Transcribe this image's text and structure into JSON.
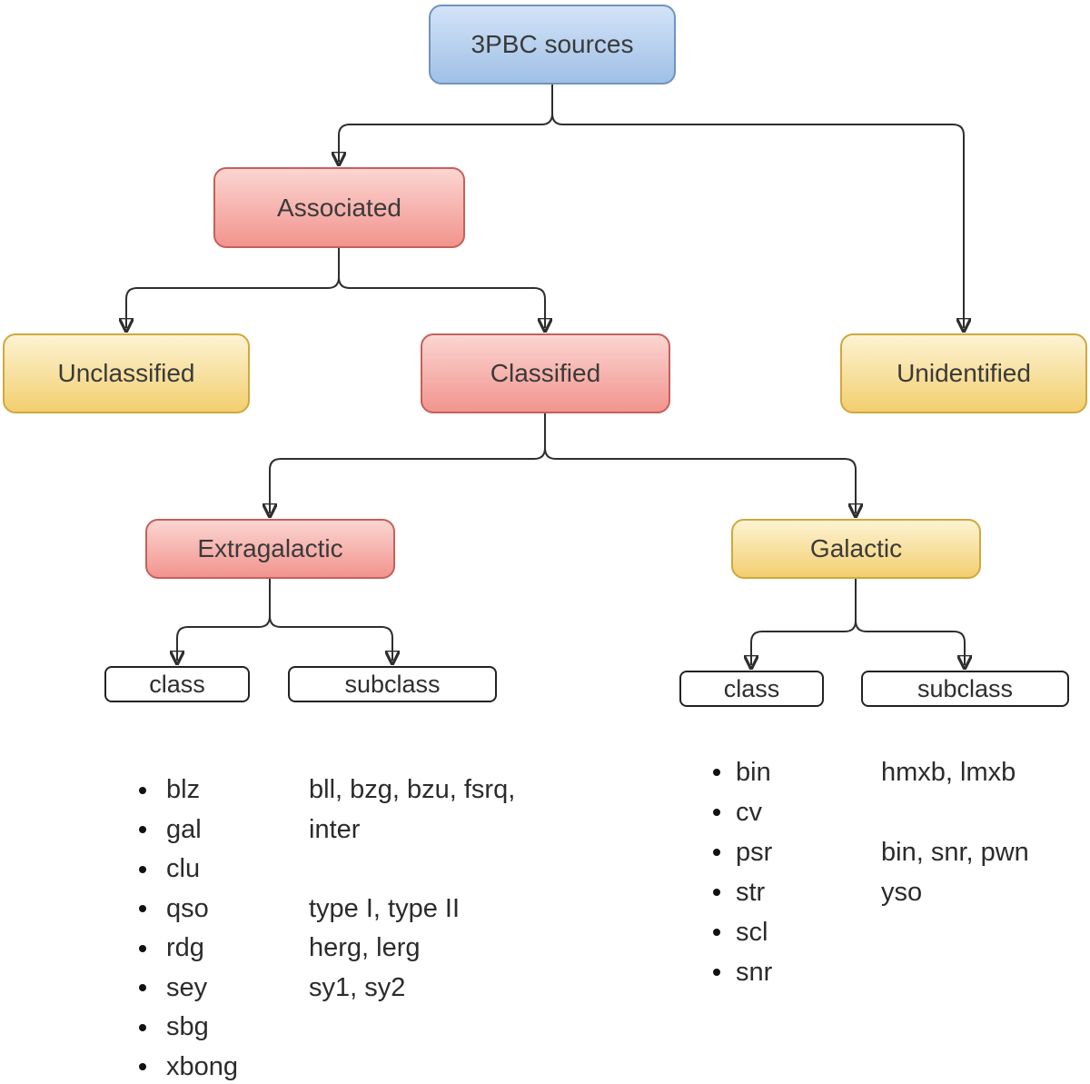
{
  "diagram": {
    "nodes": {
      "root": "3PBC sources",
      "associated": "Associated",
      "unclassified": "Unclassified",
      "classified": "Classified",
      "unidentified": "Unidentified",
      "extragalactic": "Extragalactic",
      "galactic": "Galactic"
    },
    "headers": {
      "extragalactic_class": "class",
      "extragalactic_subclass": "subclass",
      "galactic_class": "class",
      "galactic_subclass": "subclass"
    },
    "extragalactic": {
      "classes": [
        "blz",
        "gal",
        "clu",
        "qso",
        "rdg",
        "sey",
        "sbg",
        "xbong"
      ],
      "subclass_rows": [
        "bll, bzg, bzu, fsrq,",
        "inter",
        "",
        "type I, type II",
        "herg, lerg",
        "sy1, sy2"
      ]
    },
    "galactic": {
      "classes": [
        "bin",
        "cv",
        "psr",
        "str",
        "scl",
        "snr"
      ],
      "subclass_rows": [
        "hmxb, lmxb",
        "",
        "bin, snr, pwn",
        "yso"
      ]
    },
    "colors": {
      "blue_fill_top": "#d3e3f7",
      "blue_fill_bottom": "#a0c0e6",
      "blue_border": "#6f93c0",
      "red_fill_top": "#fbd5d1",
      "red_fill_bottom": "#f2948e",
      "red_border": "#c4605b",
      "yellow_fill_top": "#fdf3d3",
      "yellow_fill_bottom": "#f2cf6f",
      "yellow_border": "#cfa83d",
      "leaf_border": "#222222",
      "connector_line": "#2e2e2e",
      "text": "#2b2b2b"
    }
  }
}
